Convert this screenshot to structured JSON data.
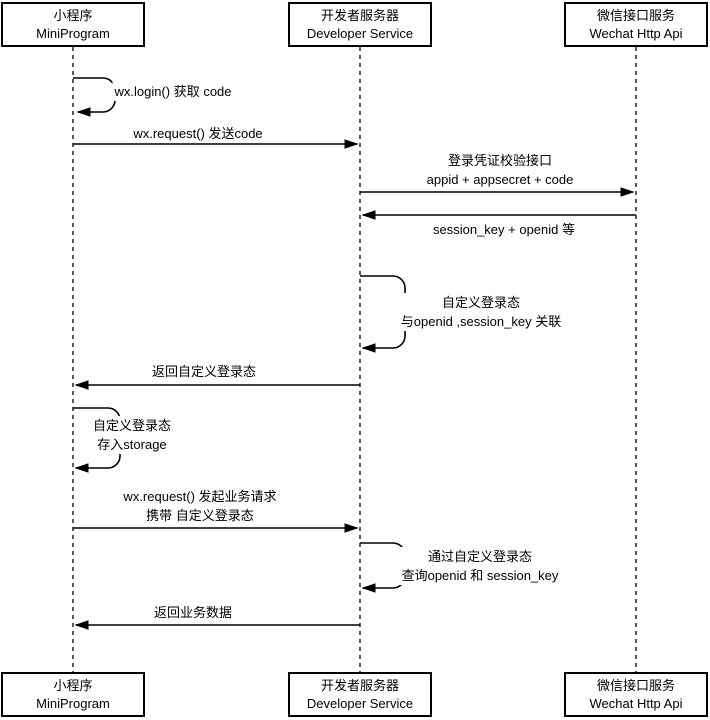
{
  "diagram": {
    "type": "sequence-diagram",
    "colors": {
      "line": "#000000",
      "background": "#ffffff",
      "box_fill": "#ffffff",
      "text": "#000000"
    },
    "actors": [
      {
        "id": "miniprogram",
        "line1": "小程序",
        "line2": "MiniProgram"
      },
      {
        "id": "developer-service",
        "line1": "开发者服务器",
        "line2": "Developer Service"
      },
      {
        "id": "wechat-api",
        "line1": "微信接口服务",
        "line2": "Wechat Http Api"
      }
    ],
    "messages": [
      {
        "id": "m1",
        "kind": "self",
        "from": "miniprogram",
        "to": "miniprogram",
        "lines": [
          "wx.login() 获取 code"
        ]
      },
      {
        "id": "m2",
        "kind": "arrow",
        "from": "miniprogram",
        "to": "developer-service",
        "lines": [
          "wx.request() 发送code"
        ]
      },
      {
        "id": "m3",
        "kind": "arrow",
        "from": "developer-service",
        "to": "wechat-api",
        "lines": [
          "登录凭证校验接口",
          "appid + appsecret + code"
        ]
      },
      {
        "id": "m4",
        "kind": "arrow",
        "from": "wechat-api",
        "to": "developer-service",
        "lines": [
          "session_key + openid 等"
        ]
      },
      {
        "id": "m5",
        "kind": "self",
        "from": "developer-service",
        "to": "developer-service",
        "lines": [
          "自定义登录态",
          "与openid ,session_key 关联"
        ]
      },
      {
        "id": "m6",
        "kind": "arrow",
        "from": "developer-service",
        "to": "miniprogram",
        "lines": [
          "返回自定义登录态"
        ]
      },
      {
        "id": "m7",
        "kind": "self",
        "from": "miniprogram",
        "to": "miniprogram",
        "lines": [
          "自定义登录态",
          "存入storage"
        ]
      },
      {
        "id": "m8",
        "kind": "arrow",
        "from": "miniprogram",
        "to": "developer-service",
        "lines": [
          "wx.request() 发起业务请求",
          "携带 自定义登录态"
        ]
      },
      {
        "id": "m9",
        "kind": "self",
        "from": "developer-service",
        "to": "developer-service",
        "lines": [
          "通过自定义登录态",
          "查询openid 和 session_key"
        ]
      },
      {
        "id": "m10",
        "kind": "arrow",
        "from": "developer-service",
        "to": "miniprogram",
        "lines": [
          "返回业务数据"
        ]
      }
    ]
  }
}
